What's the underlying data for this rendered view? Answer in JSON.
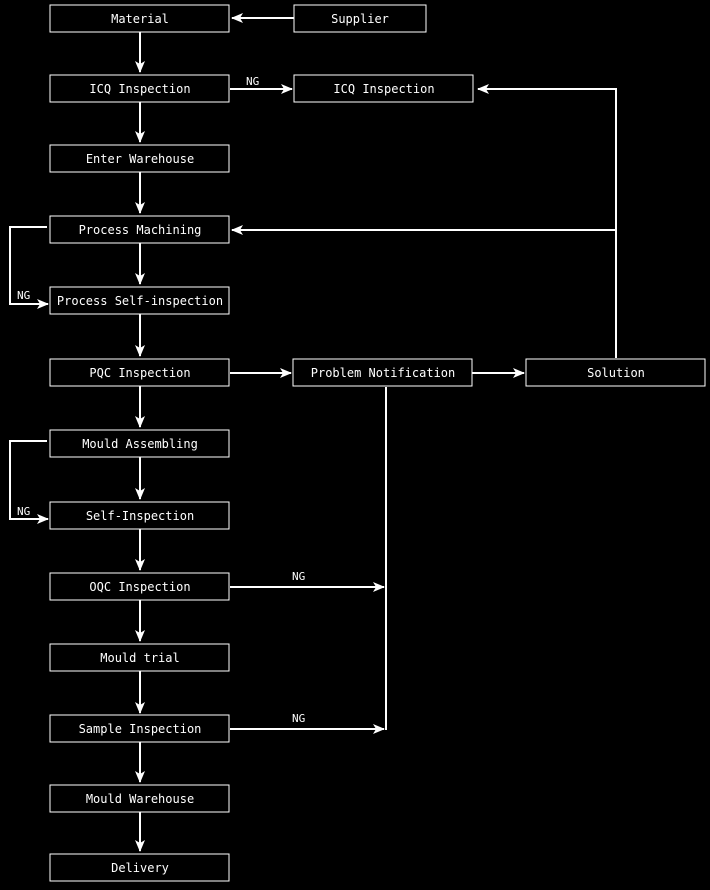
{
  "nodes": {
    "material": "Material",
    "supplier": "Supplier",
    "icq_inspection": "ICQ Inspection",
    "icq_inspection_ng": "ICQ Inspection",
    "enter_warehouse": "Enter Warehouse",
    "process_machining": "Process Machining",
    "process_self_inspection": "Process Self-inspection",
    "pqc_inspection": "PQC Inspection",
    "problem_notification": "Problem Notification",
    "solution": "Solution",
    "mould_assembling": "Mould Assembling",
    "self_inspection": "Self-Inspection",
    "oqc_inspection": "OQC Inspection",
    "mould_trial": "Mould trial",
    "sample_inspection": "Sample Inspection",
    "mould_warehouse": "Mould Warehouse",
    "delivery": "Delivery"
  },
  "labels": {
    "ng": "NG"
  },
  "colors": {
    "background": "#000000",
    "foreground": "#ffffff"
  }
}
